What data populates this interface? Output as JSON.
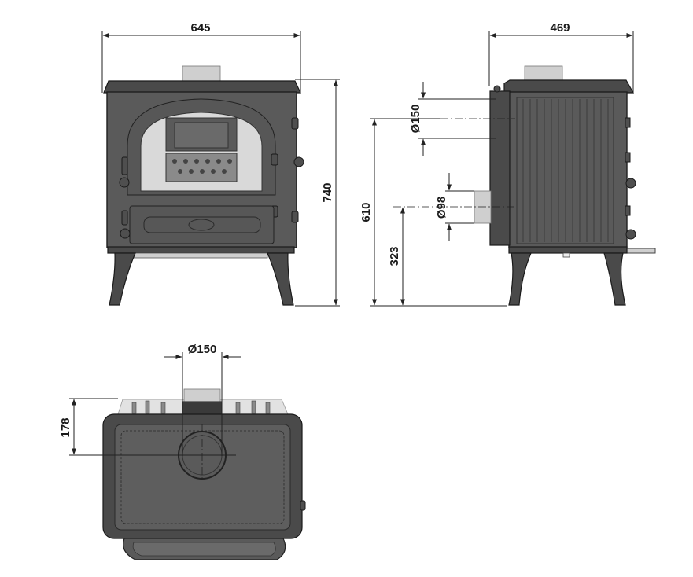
{
  "dimensions": {
    "front_width": "645",
    "front_height": "740",
    "side_depth": "469",
    "top_flue_diameter": "Ø150",
    "rear_flue_height": "610",
    "rear_air_diameter": "Ø98",
    "rear_air_height": "323",
    "plan_flue_diameter": "Ø150",
    "plan_flue_offset": "178"
  }
}
